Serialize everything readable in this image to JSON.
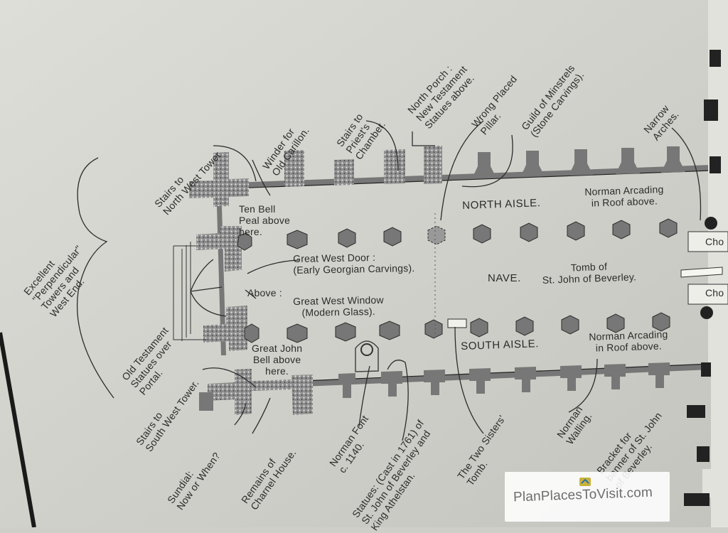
{
  "labels": {
    "stairs_nw_tower": "Stairs to\nNorth West Tower",
    "winder": "Winder for\nOld Carillon.",
    "stairs_priest": "Stairs to\nPriest's\nChamber.",
    "north_porch": "North Porch :\nNew Testament\nStatues above.",
    "wrong_pillar": "Wrong Placed\nPillar.",
    "guild_minstrels": "Guild of Minstrels\n(Stone Carvings).",
    "narrow_arches": "Narrow\nArches.",
    "excellent_towers": "Excellent\n\"Perpendicular\"\nTowers and\nWest End.",
    "ten_bell": "Ten Bell\nPeal above\nhere.",
    "north_aisle": "NORTH AISLE.",
    "norman_arcading_north": "Norman Arcading\nin Roof above.",
    "great_west_door": "Great West Door :\n(Early Georgian Carvings).",
    "nave": "NAVE.",
    "tomb_st_john": "Tomb of\nSt. John of Beverley.",
    "above": "Above :",
    "great_west_window": "Great West Window\n(Modern Glass).",
    "choir_upper": "Cho",
    "choir_lower": "Cho",
    "old_testament": "Old Testament\nStatues over\nPortal.",
    "great_john_bell": "Great John\nBell above\nhere.",
    "south_aisle": "SOUTH AISLE.",
    "norman_arcading_south": "Norman Arcading\nin Roof above.",
    "stairs_sw_tower": "Stairs to\nSouth West Tower.",
    "sundial": "Sundial:\nNow or When?",
    "remains_charnel": "Remains of\nCharnel House.",
    "norman_font": "Norman Font\nc. 1140.",
    "statues_cast": "Statues: (Cast in 1761) of\nSt. John of Beverley and\nKing Athelstan.",
    "two_sisters": "The Two Sisters'\nTomb.",
    "norman_walling": "Norman\nWalling.",
    "bracket_banner": "Bracket for\nbanner of St. John\nof Beverley."
  },
  "watermark": {
    "text": "PlanPlacesToVisit.com"
  },
  "colors": {
    "board": "#cfcfc9",
    "ink": "#2b2b2b",
    "wall_fill": "#6e6e6e",
    "rubble_fill": "#9a9a9a",
    "pillar_fill": "#7a7a7a"
  }
}
